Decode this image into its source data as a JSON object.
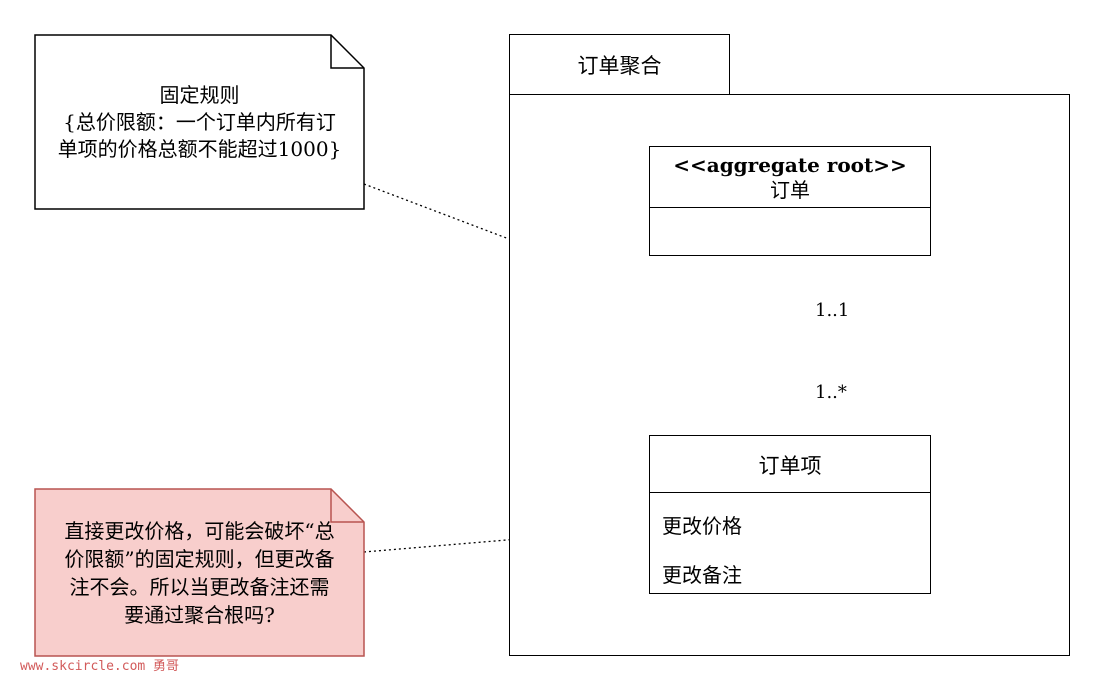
{
  "package": {
    "name": "订单聚合"
  },
  "aggregate_root": {
    "stereotype": "<<aggregate root>>",
    "name": "订单"
  },
  "order_item": {
    "name": "订单项",
    "methods": [
      "更改价格",
      "更改备注"
    ]
  },
  "association": {
    "root_multiplicity": "1..1",
    "item_multiplicity": "1..*"
  },
  "rule_note": {
    "lines": [
      "固定规则",
      "{总价限额：一个订单内所有订",
      "单项的价格总额不能超过1000}"
    ]
  },
  "question_note": {
    "lines": [
      "直接更改价格，可能会破坏“总",
      "价限额”的固定规则，但更改备",
      "注不会。所以当更改备注还需",
      "要通过聚合根吗?"
    ],
    "fill": "#f8cecc",
    "stroke": "#b85450"
  },
  "watermark": "www.skcircle.com 勇哥"
}
